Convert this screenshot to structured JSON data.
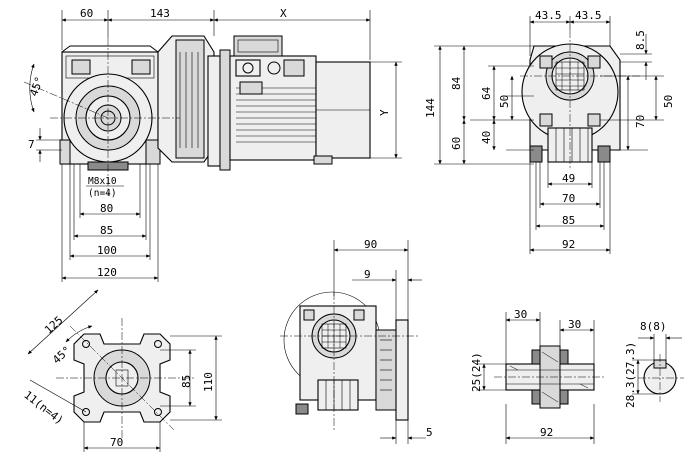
{
  "views": {
    "front": {
      "dims": {
        "top_left": "60",
        "top_mid": "143",
        "top_x": "X",
        "angle": "45°",
        "left_small": "7",
        "bolt_line1": "M8x10",
        "bolt_line2": "(n=4)",
        "w80": "80",
        "w85": "85",
        "w100": "100",
        "w120": "120",
        "right_y": "Y"
      }
    },
    "side": {
      "dims": {
        "top_a": "43.5",
        "top_b": "43.5",
        "r_top": "8.5",
        "h144": "144",
        "h84": "84",
        "h60": "60",
        "h64": "64",
        "h50a": "50",
        "h40": "40",
        "r50": "50",
        "r70": "70",
        "w49": "49",
        "w70": "70",
        "w85": "85",
        "w92": "92"
      }
    },
    "flange": {
      "dims": {
        "d125": "125",
        "angle": "45°",
        "holes": "11(n=4)",
        "h85": "85",
        "h110": "110",
        "w70": "70"
      }
    },
    "output": {
      "dims": {
        "w90": "90",
        "w9": "9",
        "w5": "5"
      }
    },
    "shaft": {
      "dims": {
        "w30a": "30",
        "w30b": "30",
        "d25": "25(24)",
        "w92": "92"
      }
    },
    "key": {
      "dims": {
        "k8": "8(8)",
        "k283": "28.3(27.3)"
      }
    }
  }
}
